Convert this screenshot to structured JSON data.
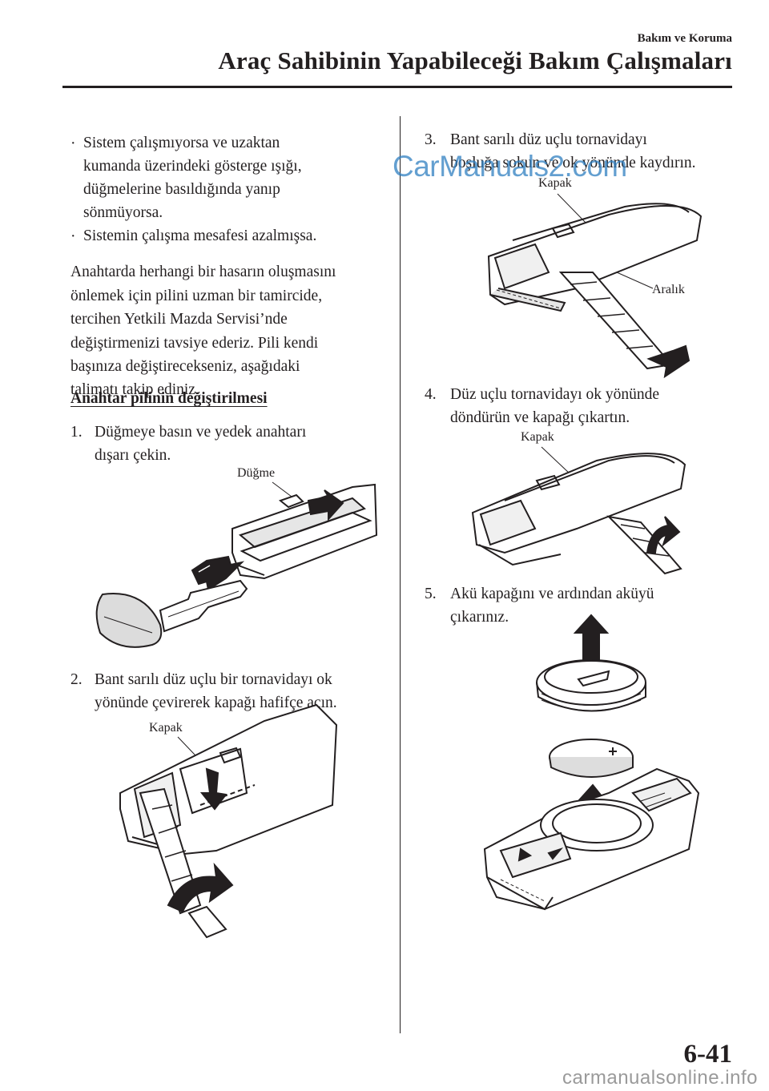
{
  "header": {
    "section": "Bakım ve Koruma",
    "title": "Araç Sahibinin Yapabileceği Bakım Çalışmaları"
  },
  "left": {
    "bullet1_lines": [
      "Sistem çalışmıyorsa ve uzaktan",
      "kumanda üzerindeki gösterge ışığı,",
      "düğmelerine basıldığında yanıp",
      "sönmüyorsa."
    ],
    "bullet2_lines": [
      "Sistemin çalışma mesafesi azalmışsa."
    ],
    "para_lines": [
      "Anahtarda herhangi bir hasarın oluşmasını",
      "önlemek için pilini uzman bir tamircide,",
      "tercihen Yetkili Mazda Servisi’nde",
      "değiştirmenizi tavsiye ederiz. Pili kendi",
      "başınıza değiştirecekseniz, aşağıdaki",
      "talimatı takip ediniz."
    ],
    "heading": "Anahtar pilinin değiştirilmesi",
    "step1_num": "1.",
    "step1_lines": [
      "Düğmeye basın ve yedek anahtarı",
      "dışarı çekin."
    ],
    "fig1_label": "Düğme",
    "step2_num": "2.",
    "step2_lines": [
      "Bant sarılı düz uçlu bir tornavidayı ok",
      "yönünde çevirerek kapağı hafifçe açın."
    ],
    "fig2_label": "Kapak"
  },
  "right": {
    "step3_num": "3.",
    "step3_lines": [
      "Bant sarılı düz uçlu tornavidayı",
      "boşluğa sokun ve ok yönünde kaydırın."
    ],
    "fig3_label_a": "Kapak",
    "fig3_label_b": "Aralık",
    "step4_num": "4.",
    "step4_lines": [
      "Düz uçlu tornavidayı ok yönünde",
      "döndürün ve kapağı çıkartın."
    ],
    "fig4_label": "Kapak",
    "step5_num": "5.",
    "step5_lines": [
      "Akü kapağını ve ardından aküyü",
      "çıkarınız."
    ]
  },
  "watermark": "CarManuals2.com",
  "page_number": "6-41",
  "footer_watermark": "carmanualsonline.info"
}
